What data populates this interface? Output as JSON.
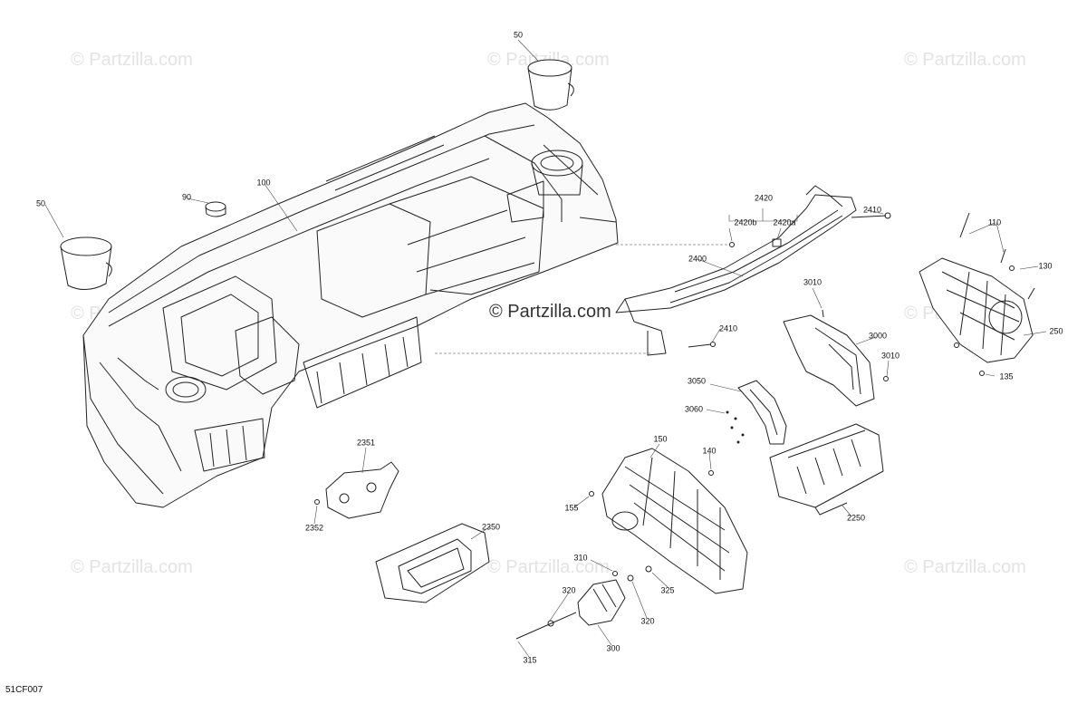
{
  "watermark": "© Partzilla.com",
  "diagram_code": "51CF007",
  "callouts": {
    "c50a": "50",
    "c50b": "50",
    "c90": "90",
    "c100": "100",
    "c2420": "2420",
    "c2420b": "2420b",
    "c2420a": "2420a",
    "c2410a": "2410",
    "c2410b": "2410",
    "c2400": "2400",
    "c110": "110",
    "c130": "130",
    "c250": "250",
    "c135": "135",
    "c3010a": "3010",
    "c3010b": "3010",
    "c3000": "3000",
    "c3050": "3050",
    "c3060": "3060",
    "c2351": "2351",
    "c2352": "2352",
    "c2350": "2350",
    "c150": "150",
    "c140": "140",
    "c155": "155",
    "c2250": "2250",
    "c310": "310",
    "c320a": "320",
    "c320b": "320",
    "c325": "325",
    "c300": "300",
    "c315": "315"
  }
}
